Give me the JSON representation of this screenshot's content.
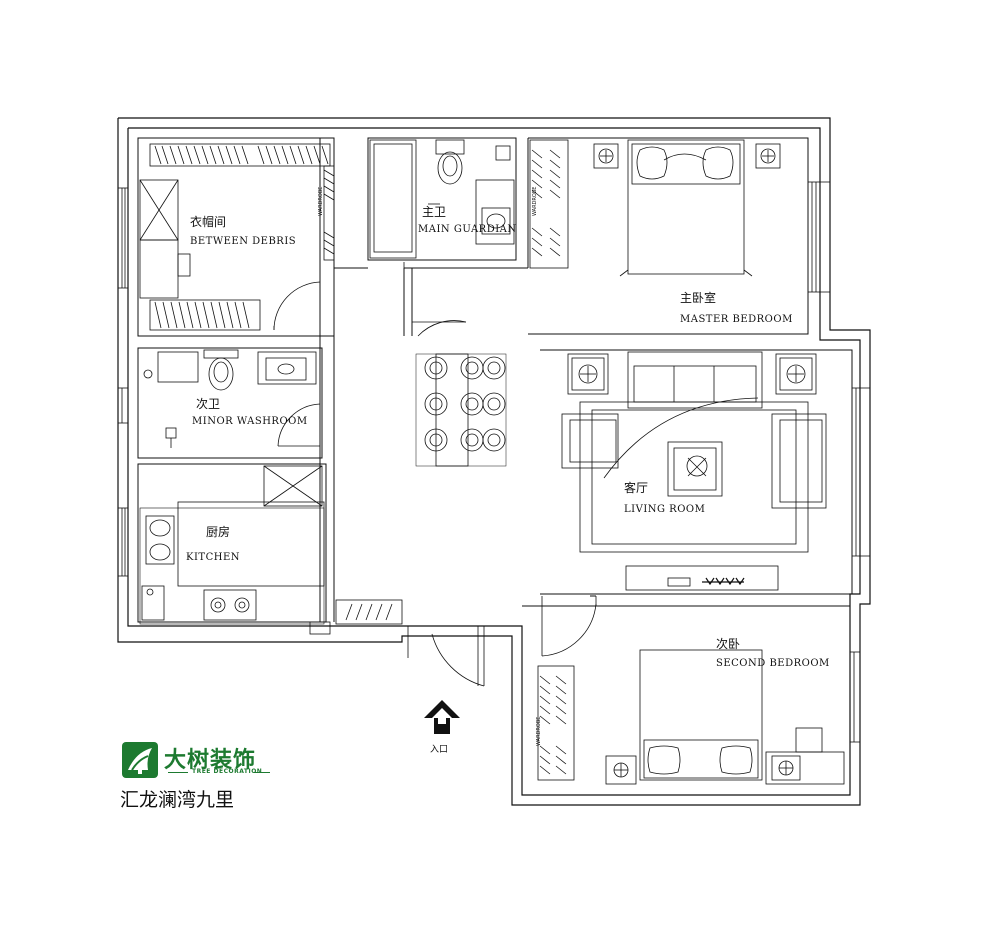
{
  "rooms": {
    "cloakroom": {
      "cn": "衣帽间",
      "en": "BETWEEN DEBRIS"
    },
    "main_bath": {
      "cn": "主卫",
      "en": "MAIN GUARDIAN"
    },
    "master": {
      "cn": "主卧室",
      "en": "MASTER BEDROOM"
    },
    "guest_bath": {
      "cn": "次卫",
      "en": "MINOR WASHROOM"
    },
    "kitchen": {
      "cn": "厨房",
      "en": "KITCHEN"
    },
    "living": {
      "cn": "客厅",
      "en": "LIVING ROOM"
    },
    "second": {
      "cn": "次卧",
      "en": "SECOND BEDROOM"
    }
  },
  "wardrobe_label": "WARDROBE",
  "entrance_label": "入口",
  "brand": {
    "name_cn": "大树装饰",
    "name_en": "TREE DECORATION",
    "color": "#1d7a30"
  },
  "project_name": "汇龙澜湾九里"
}
